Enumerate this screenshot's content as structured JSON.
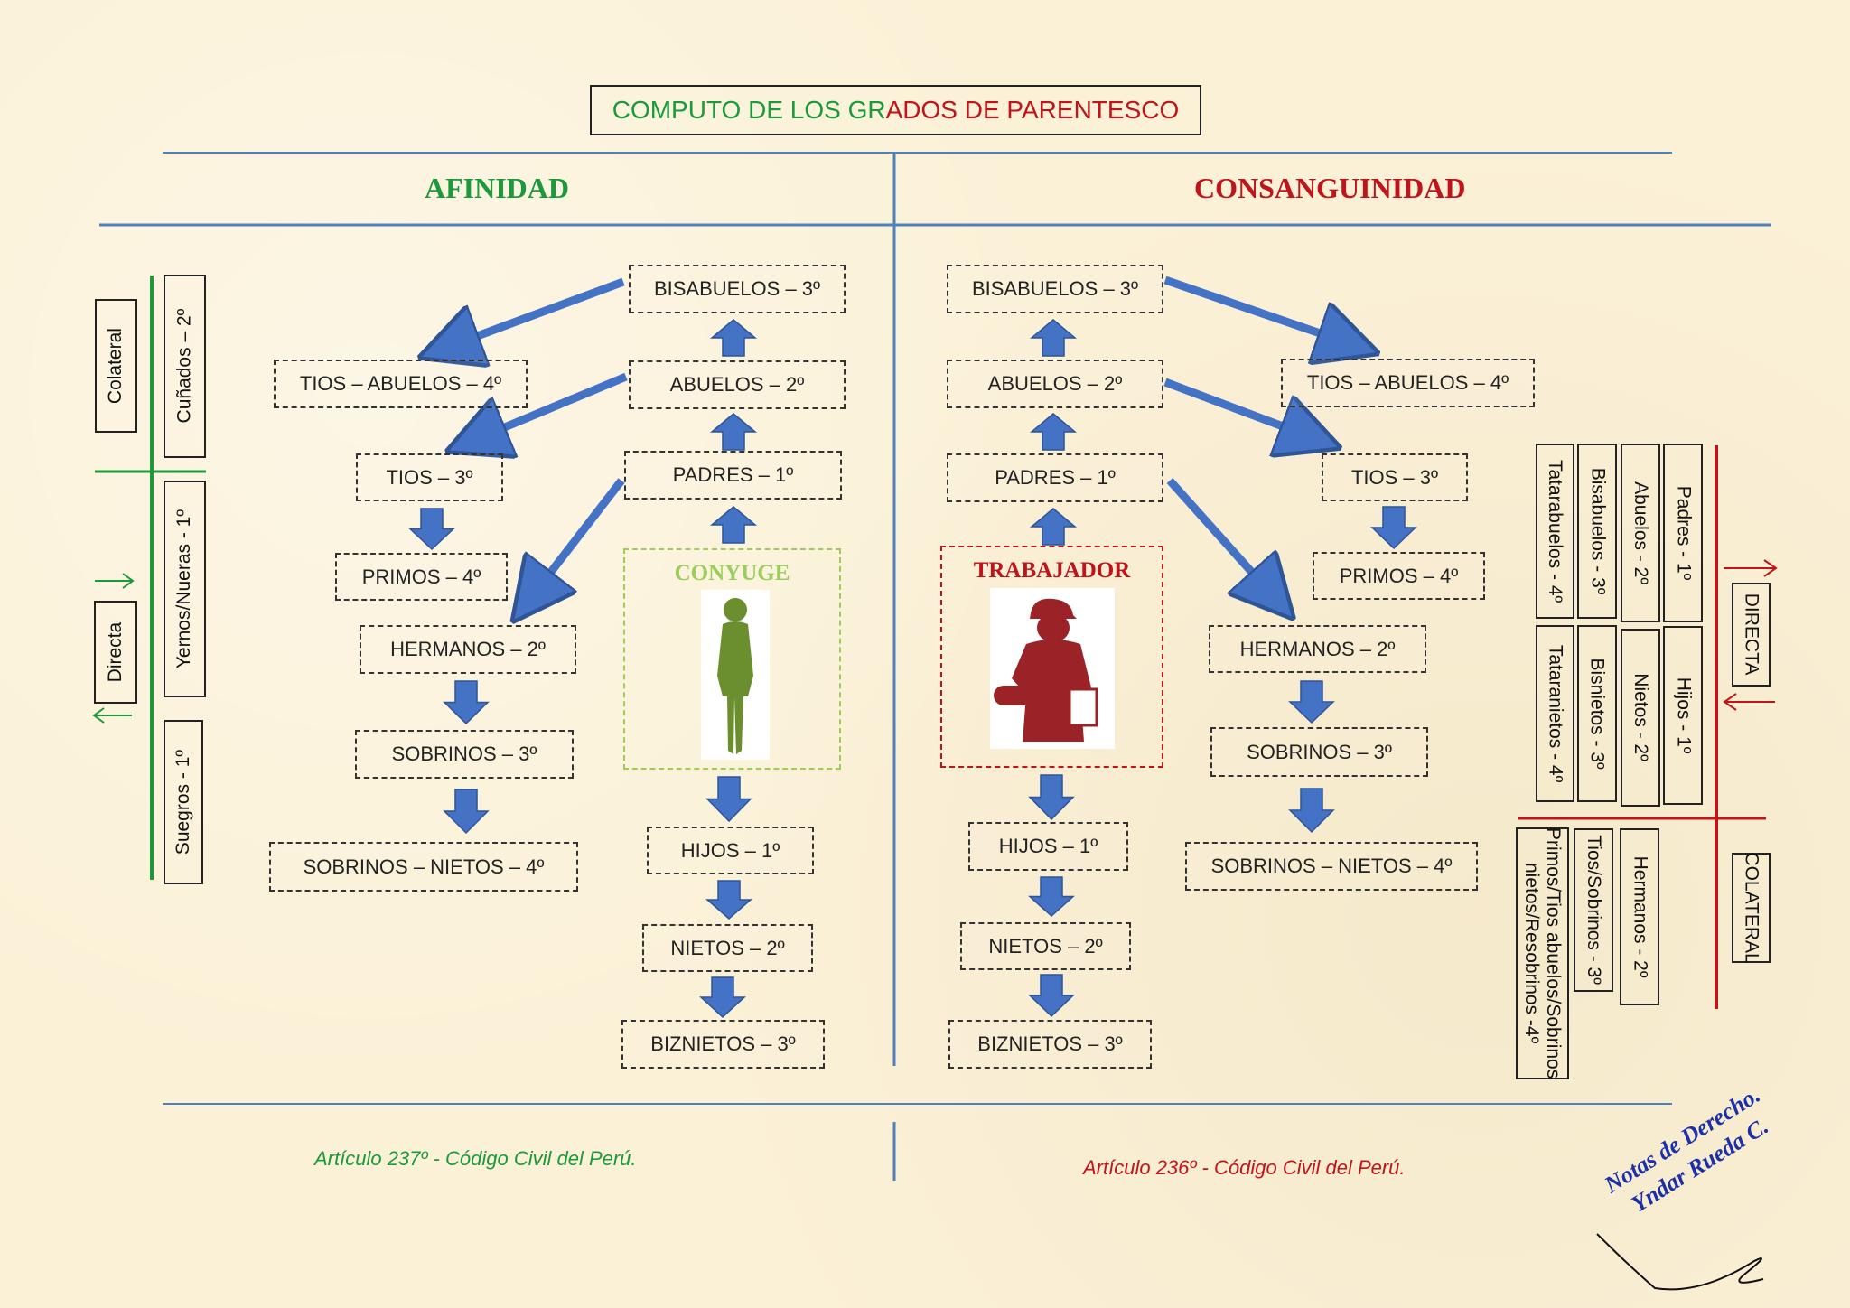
{
  "title": {
    "part1": "COMPUTO DE LOS GR",
    "part2": "ADOS DE PARENTESCO"
  },
  "headings": {
    "afinidad": "AFINIDAD",
    "consanguinidad": "CONSANGUINIDAD"
  },
  "afinidad": {
    "center_label": "CONYUGE",
    "boxes": {
      "bisabuelos": "BISABUELOS – 3º",
      "abuelos": "ABUELOS – 2º",
      "padres": "PADRES – 1º",
      "tios_abuelos": "TIOS – ABUELOS – 4º",
      "tios": "TIOS – 3º",
      "primos": "PRIMOS – 4º",
      "hermanos": "HERMANOS  – 2º",
      "sobrinos": "SOBRINOS – 3º",
      "sobrinos_nietos": "SOBRINOS – NIETOS – 4º",
      "hijos": "HIJOS – 1º",
      "nietos": "NIETOS – 2º",
      "biznietos": "BIZNIETOS – 3º"
    },
    "legend": {
      "colateral": "Colateral",
      "directa": "Directa",
      "cunados": "Cuñados – 2º",
      "yernos": "Yernos/Nueras - 1º",
      "suegros": "Suegros  - 1º"
    },
    "article": "Artículo  237º - Código Civil del Perú."
  },
  "consanguinidad": {
    "center_label": "TRABAJADOR",
    "boxes": {
      "bisabuelos": "BISABUELOS – 3º",
      "abuelos": "ABUELOS – 2º",
      "padres": "PADRES – 1º",
      "tios_abuelos": "TIOS – ABUELOS – 4º",
      "tios": "TIOS – 3º",
      "primos": "PRIMOS – 4º",
      "hermanos": "HERMANOS  – 2º",
      "sobrinos": "SOBRINOS – 3º",
      "sobrinos_nietos": "SOBRINOS – NIETOS – 4º",
      "hijos": "HIJOS – 1º",
      "nietos": "NIETOS – 2º",
      "biznietos": "BIZNIETOS – 3º"
    },
    "legend": {
      "directa": "DIRECTA",
      "colateral": "COLATERAL",
      "tatarabuelos": "Tatarabuelos - 4º",
      "bisabuelos": "Bisabuelos - 3º",
      "abuelos": "Abuelos - 2º",
      "padres": "Padres - 1º",
      "tataranietos": "Tataranietos - 4º",
      "bisnietos": "Bisnietos - 3º",
      "nietos": "Nietos - 2º",
      "hijos": "Hijos - 1º",
      "primos_line1": "Primos/Tios abuelos/Sobrinos",
      "primos_line2": "nietos/Resobrinos -4º",
      "tios_sobrinos": "Tios/Sobrinos - 3º",
      "hermanos": "Hermanos - 2º"
    },
    "article": "Artículo  236º - Código Civil del Perú."
  },
  "signature": {
    "line1": "Notas de Derecho.",
    "line2": "Yndar Rueda C."
  },
  "colors": {
    "afinidad": "#1a9a3a",
    "consanguinidad": "#c0141a",
    "arrow": "#4472c4",
    "rule": "#4f81bd",
    "conyuge": "#9acd5a",
    "conyuge_figure": "#6b8e2e",
    "trabajador_figure": "#9b2226"
  }
}
